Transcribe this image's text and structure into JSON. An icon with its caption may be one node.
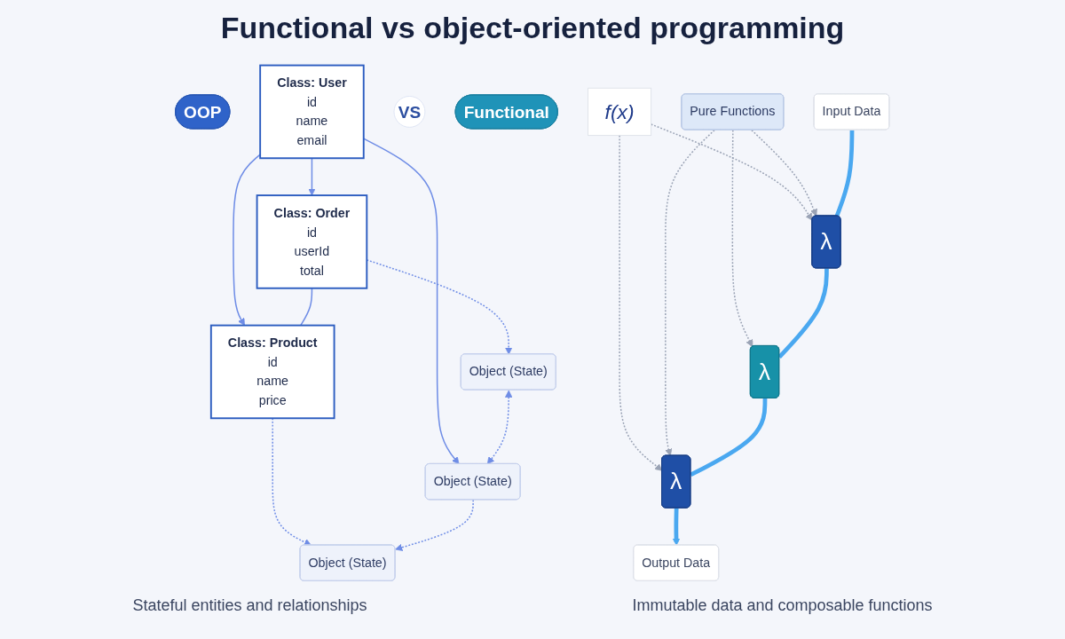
{
  "diagram": {
    "title": "Functional vs object-oriented programming",
    "nodes": [
      {
        "text": [
          "OOP"
        ]
      },
      {
        "text": [
          "Class: User",
          "id",
          "name",
          "email"
        ]
      },
      {
        "text": [
          "Class: Order",
          "id",
          "userId",
          "total"
        ]
      },
      {
        "text": [
          "Class: Product",
          "id",
          "name",
          "price"
        ]
      },
      {
        "text": [
          "Object (State)"
        ]
      },
      {
        "text": [
          "Object (State)"
        ]
      },
      {
        "text": [
          "Object (State)"
        ]
      },
      {
        "text": [
          "VS"
        ]
      },
      {
        "text": [
          "Functional"
        ]
      },
      {
        "text": [
          "f(x)"
        ]
      },
      {
        "text": [
          "Input Data"
        ]
      },
      {
        "text": [
          "λ"
        ]
      },
      {
        "text": [
          "λ"
        ]
      },
      {
        "text": [
          "λ"
        ]
      },
      {
        "text": [
          "Output Data"
        ]
      },
      {
        "text": [
          "Pure Functions"
        ]
      }
    ],
    "edges": [
      {
        "from": 1,
        "to": 2,
        "arrow": "to"
      },
      {
        "from": 1,
        "to": 3,
        "arrow": "to"
      },
      {
        "from": 2,
        "to": 3,
        "arrow": "none"
      },
      {
        "from": 1,
        "to": 5,
        "arrow": "to"
      },
      {
        "from": 2,
        "to": 4,
        "arrow": "to",
        "style": "dashed"
      },
      {
        "from": 3,
        "to": 6,
        "arrow": "to",
        "style": "dashed"
      },
      {
        "from": 4,
        "to": 5,
        "arrow": "both",
        "style": "dashed"
      },
      {
        "from": 5,
        "to": 6,
        "arrow": "to",
        "style": "dashed"
      },
      {
        "from": 9,
        "to": 11,
        "arrow": "to",
        "style": "dashed",
        "color": "#9aa3b5"
      },
      {
        "from": 9,
        "to": 13,
        "arrow": "to",
        "style": "dashed",
        "color": "#9aa3b5"
      },
      {
        "from": 15,
        "to": 11,
        "arrow": "to",
        "style": "dashed",
        "color": "#9aa3b5"
      },
      {
        "from": 15,
        "to": 12,
        "arrow": "to",
        "style": "dashed",
        "color": "#9aa3b5"
      },
      {
        "from": 15,
        "to": 13,
        "arrow": "to",
        "style": "dashed",
        "color": "#9aa3b5"
      },
      {
        "from": 10,
        "to": 11,
        "arrow": "none",
        "style": "thick",
        "color": "#4aa8f0"
      },
      {
        "from": 11,
        "to": 12,
        "arrow": "none",
        "style": "thick",
        "color": "#4aa8f0"
      },
      {
        "from": 12,
        "to": 13,
        "arrow": "none",
        "style": "thick",
        "color": "#4aa8f0"
      },
      {
        "from": 13,
        "to": 14,
        "arrow": "to",
        "style": "thick",
        "color": "#4aa8f0"
      }
    ],
    "labels": [
      "Stateful entities and relationships",
      "Immutable data and composable functions"
    ]
  }
}
